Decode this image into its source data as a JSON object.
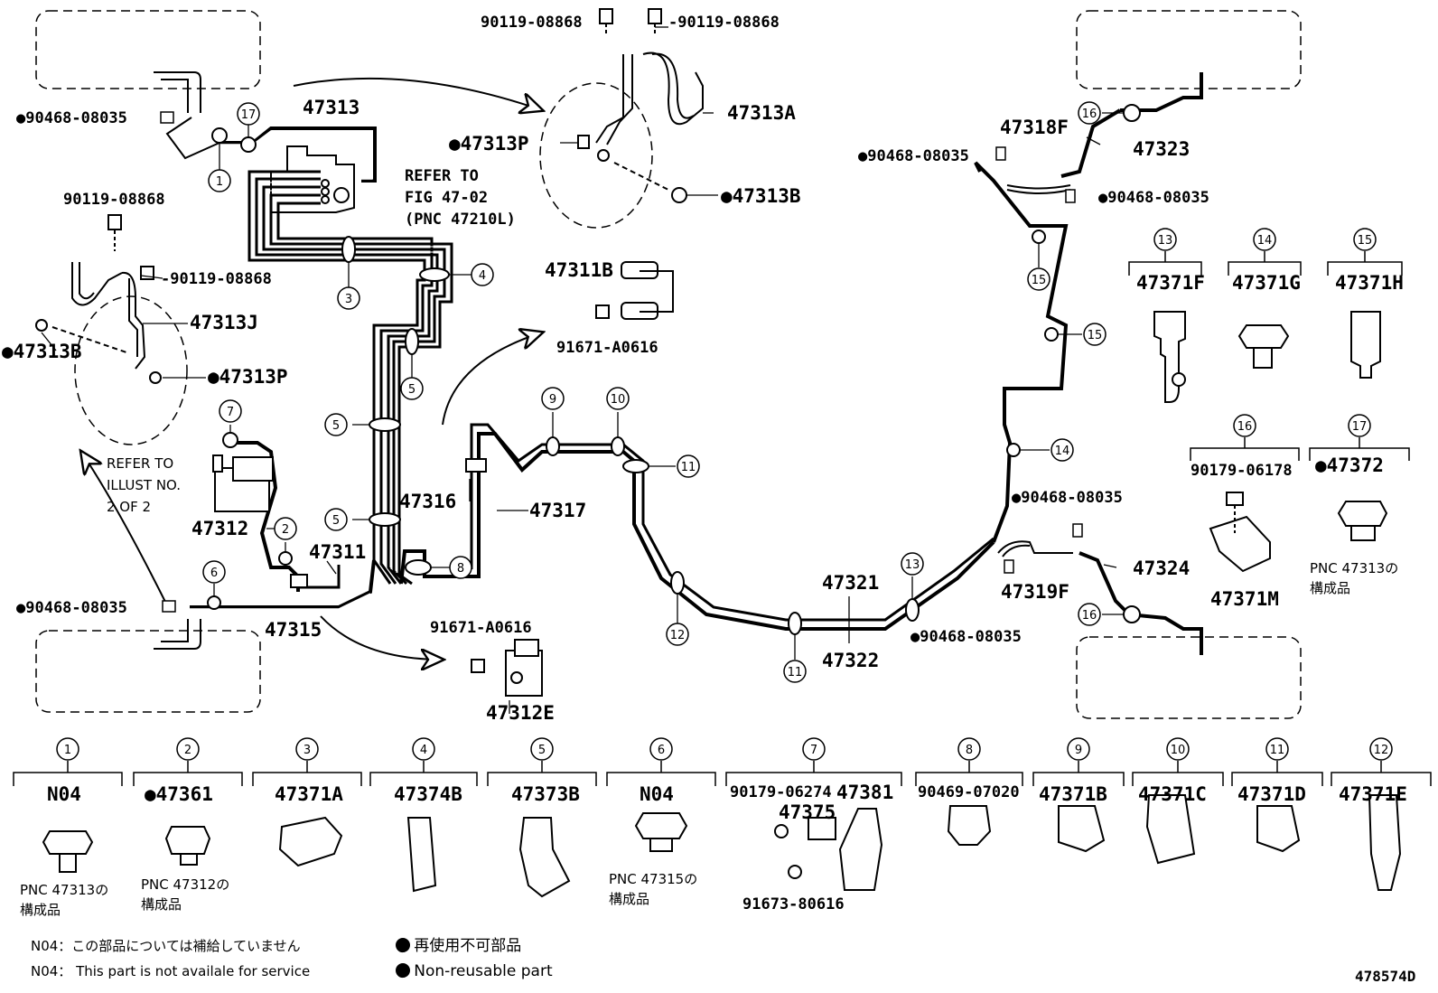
{
  "figure_id": "478574D",
  "refer_to_fig": [
    "REFER TO",
    "FIG 47-02",
    "(PNC 47210L)"
  ],
  "refer_to_illust": [
    "REFER TO",
    "ILLUST NO.",
    "2 OF 2"
  ],
  "main_labels": {
    "p47313": "47313",
    "p47313A": "47313A",
    "p47313B_right": "●47313B",
    "p47313P_top": "●47313P",
    "p47313J": "47313J",
    "p47313B_left": "●47313B",
    "p47313P_left": "●47313P",
    "p47311B": "47311B",
    "p91671_top": "91671-A0616",
    "p47312": "47312",
    "p47311": "47311",
    "p47315": "47315",
    "p47316": "47316",
    "p47317": "47317",
    "p91671_bot": "91671-A0616",
    "p47312E": "47312E",
    "p47321": "47321",
    "p47322": "47322",
    "p47318F": "47318F",
    "p47323": "47323",
    "p47319F": "47319F",
    "p47324": "47324",
    "b90119_a": "90119-08868",
    "b90119_b": "-90119-08868",
    "b90119_c": "90119-08868",
    "b90119_d": "-90119-08868",
    "c90468_a": "●90468-08035",
    "c90468_b": "●90468-08035",
    "c90468_c": "●90468-08035",
    "c90468_d": "●90468-08035",
    "c90468_e": "●90468-08035",
    "c90468_f": "●90468-08035"
  },
  "clamp_legend_right": [
    {
      "num": "13",
      "part": "47371F"
    },
    {
      "num": "14",
      "part": "47371G"
    },
    {
      "num": "15",
      "part": "47371H"
    },
    {
      "num": "16",
      "part": "90179-06178",
      "sub": "47371M"
    },
    {
      "num": "17",
      "part": "●47372",
      "note": [
        "PNC 47313の",
        "構成品"
      ]
    }
  ],
  "clamp_legend_bottom": [
    {
      "num": "1",
      "part": "N04",
      "note": [
        "PNC 47313の",
        "構成品"
      ]
    },
    {
      "num": "2",
      "part": "●47361",
      "note": [
        "PNC 47312の",
        "構成品"
      ]
    },
    {
      "num": "3",
      "part": "47371A"
    },
    {
      "num": "4",
      "part": "47374B"
    },
    {
      "num": "5",
      "part": "47373B"
    },
    {
      "num": "6",
      "part": "N04",
      "note": [
        "PNC 47315の",
        "構成品"
      ]
    },
    {
      "num": "7",
      "part": "47381",
      "extra": [
        "90179-06274",
        "47375",
        "91673-80616"
      ]
    },
    {
      "num": "8",
      "part": "90469-07020"
    },
    {
      "num": "9",
      "part": "47371B"
    },
    {
      "num": "10",
      "part": "47371C"
    },
    {
      "num": "11",
      "part": "47371D"
    },
    {
      "num": "12",
      "part": "47371E"
    }
  ],
  "footnotes": {
    "n04_jp": "N04：この部品については補給していません",
    "n04_en": "N04： This part is not availale for service",
    "nonreuse_jp": "● 再使用不可部品",
    "nonreuse_en": "● Non-reusable part"
  },
  "callout_numbers": [
    "1",
    "2",
    "3",
    "4",
    "5",
    "5",
    "5",
    "5",
    "6",
    "7",
    "8",
    "9",
    "10",
    "11",
    "11",
    "12",
    "13",
    "14",
    "15",
    "15",
    "16",
    "16",
    "17"
  ]
}
